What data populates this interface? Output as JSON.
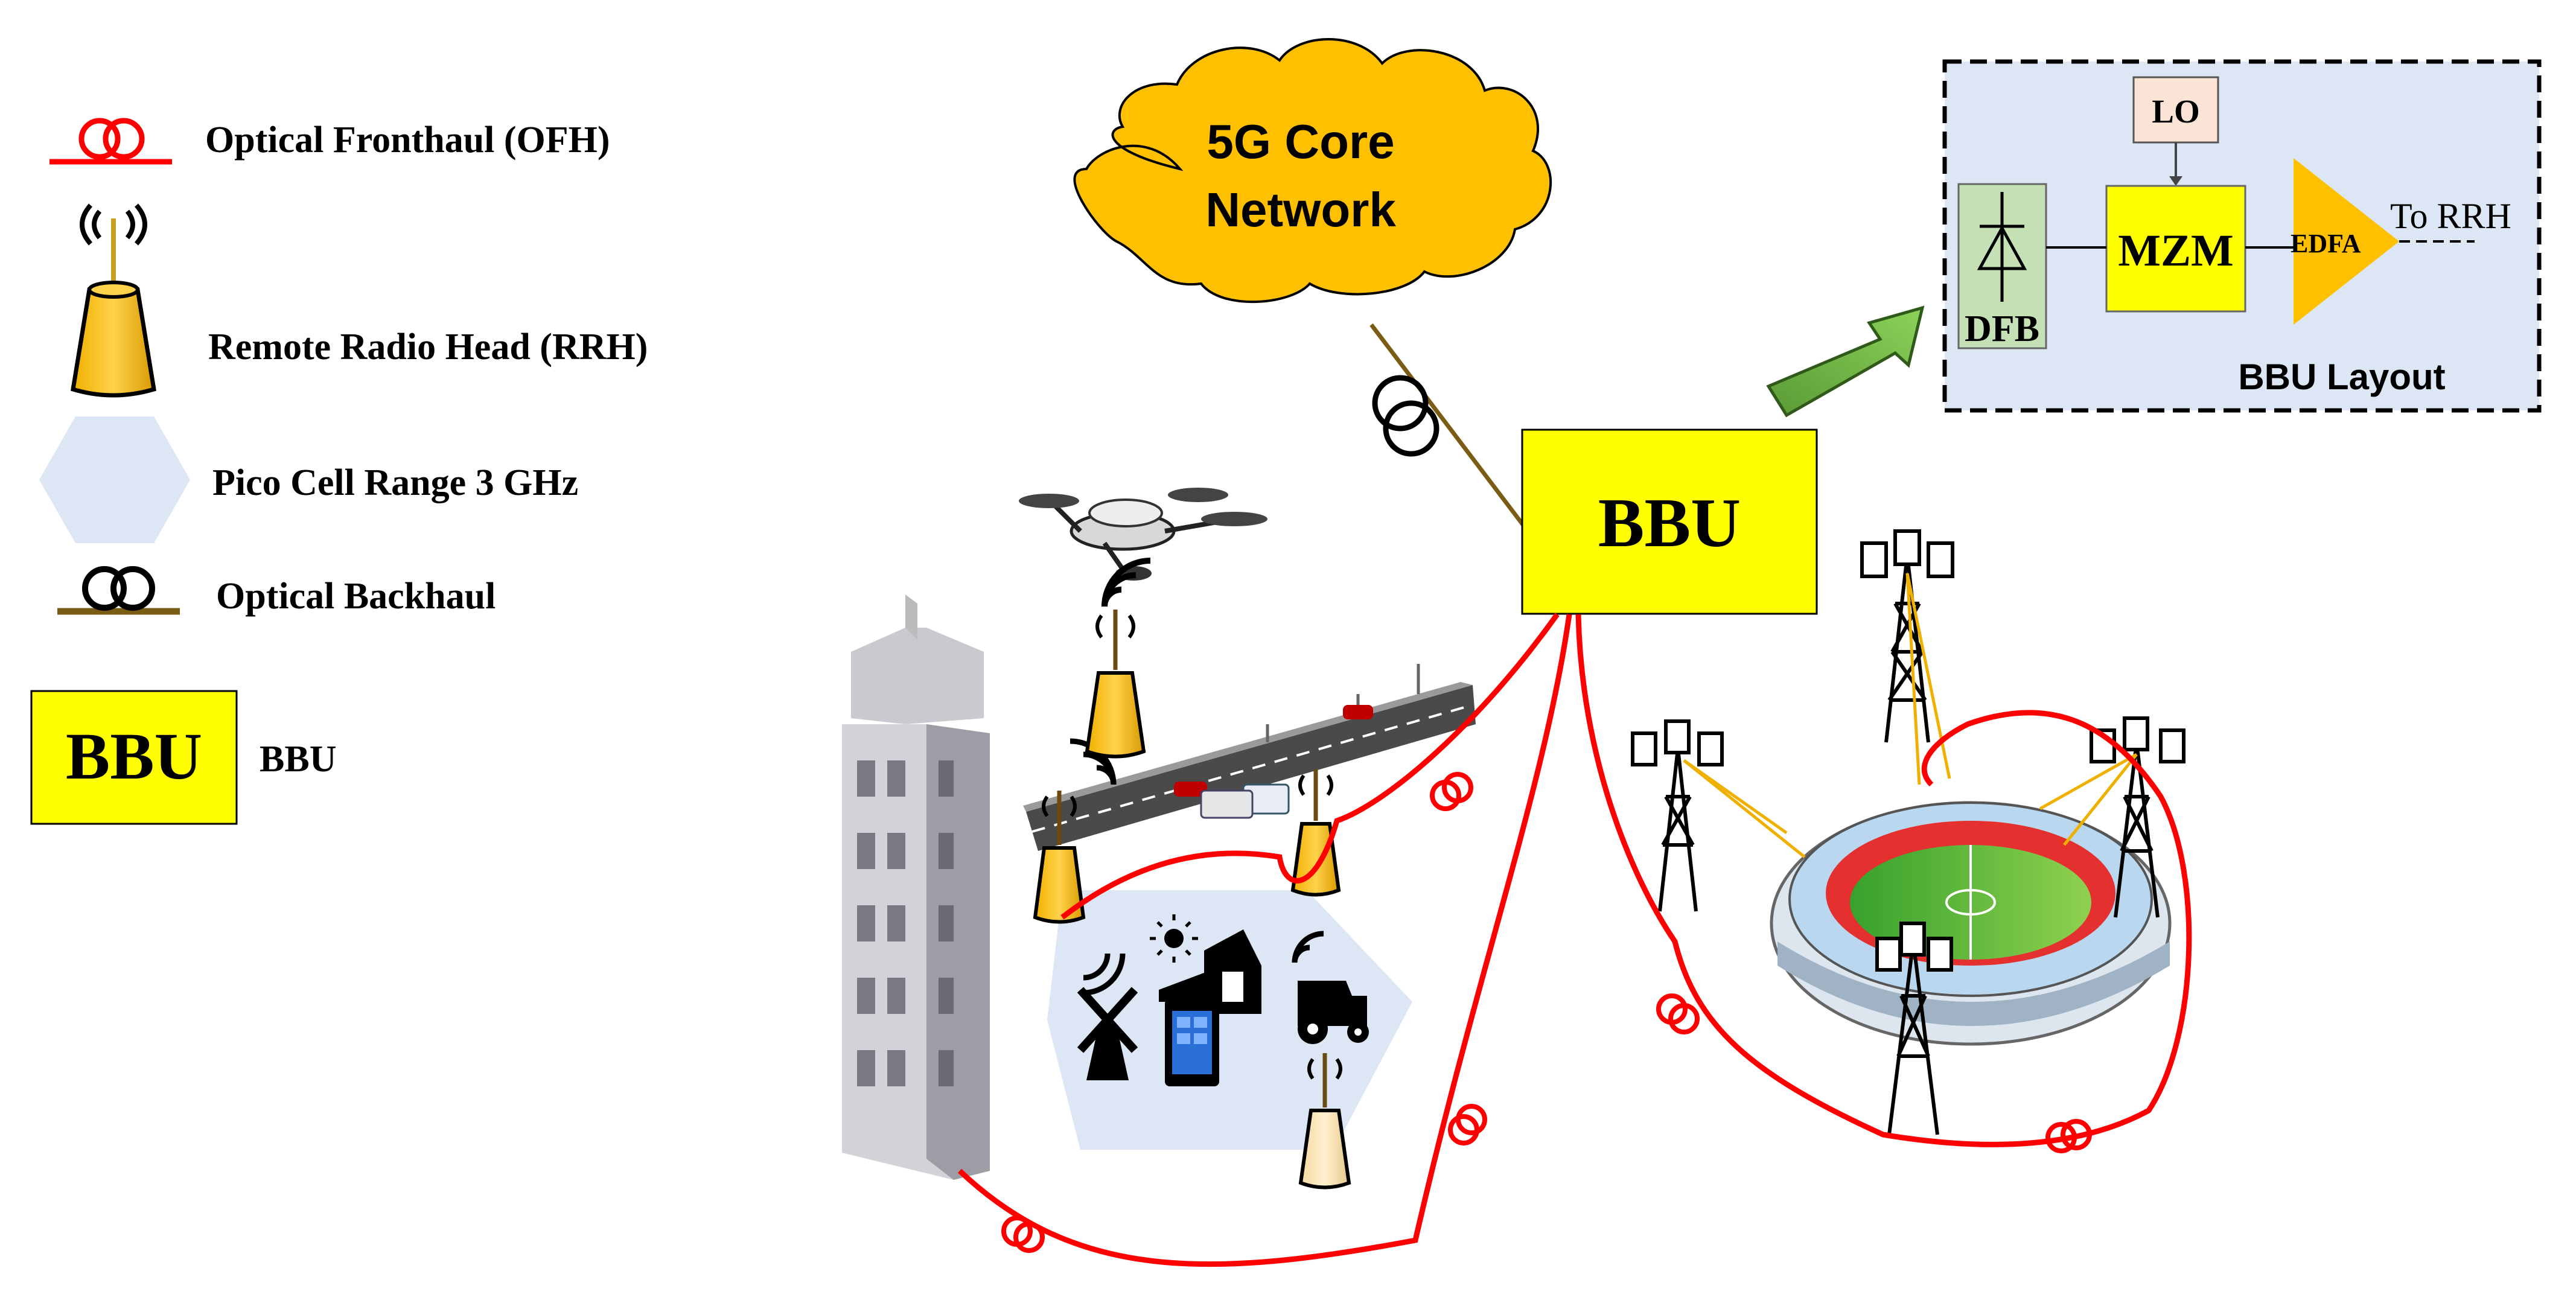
{
  "legend": {
    "ofh_label": "Optical Fronthaul (OFH)",
    "rrh_label": "Remote Radio Head (RRH)",
    "pico_label": "Pico Cell Range 3 GHz",
    "backhaul_label": "Optical Backhaul",
    "bbu_box_text": "BBU",
    "bbu_label": "BBU"
  },
  "core": {
    "line1": "5G Core",
    "line2": "Network"
  },
  "bbu": {
    "label": "BBU"
  },
  "bbu_layout": {
    "title": "BBU Layout",
    "lo": "LO",
    "mzm": "MZM",
    "edfa": "EDFA",
    "dfb": "DFB",
    "to_rrh": "To RRH"
  },
  "colors": {
    "fronthaul": "#ff0000",
    "backhaul": "#7a5c14",
    "bbu_fill": "#ffff00",
    "cloud_fill": "#ffc000",
    "rrh_fill": "#f0b000",
    "pico_fill": "#dce6f4",
    "layout_bg": "#dce6f4",
    "lo_fill": "#fbe4d5",
    "dfb_fill": "#c5e0b4",
    "arrow_fill": "#70ad47"
  }
}
